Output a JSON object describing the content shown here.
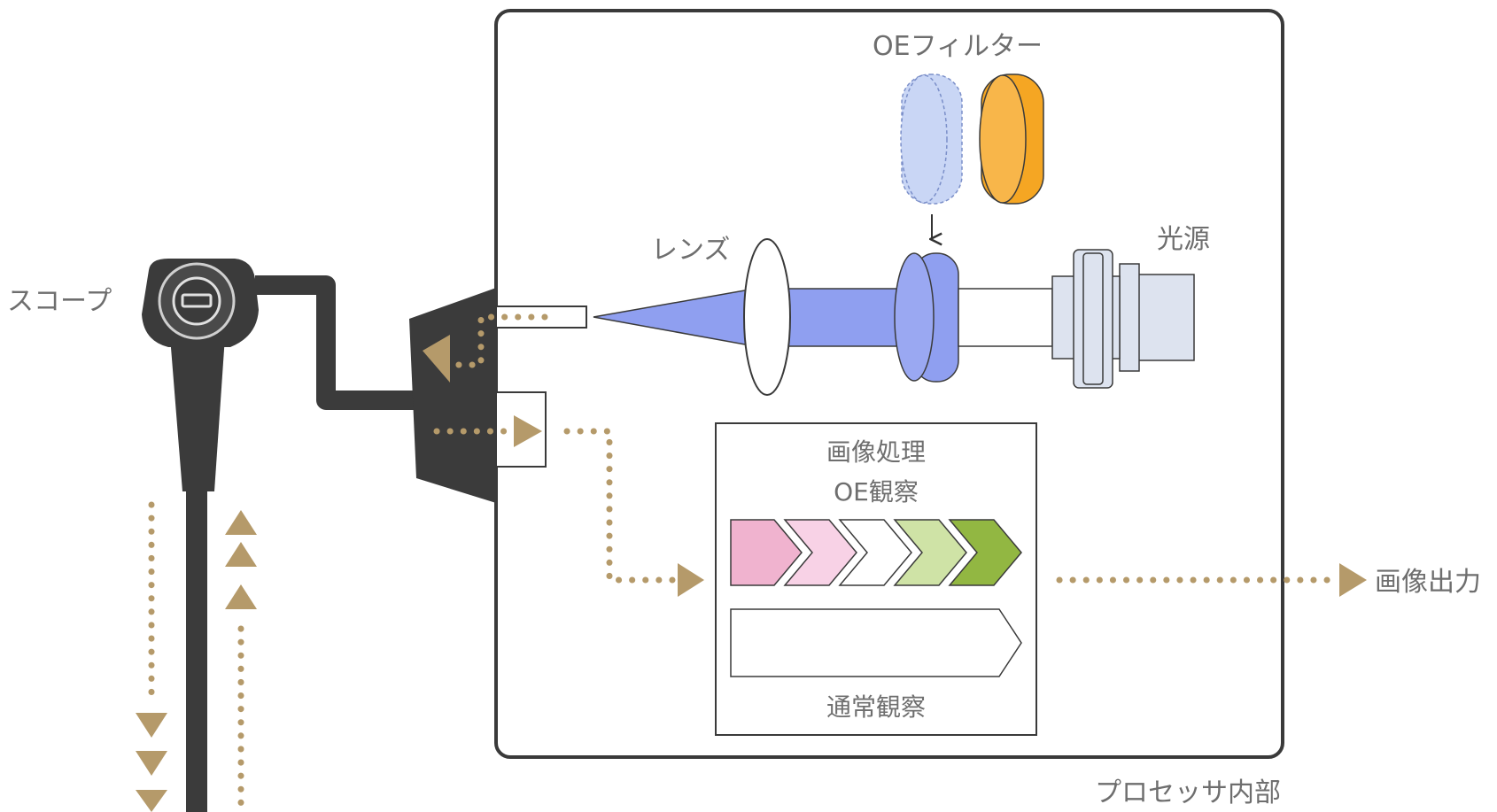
{
  "labels": {
    "scope": "スコープ",
    "oe_filter": "OEフィルター",
    "lens": "レンズ",
    "light_source": "光源",
    "image_processing": "画像処理",
    "oe_observation": "OE観察",
    "normal_observation": "通常観察",
    "image_output": "画像出力",
    "processor_inside": "プロセッサ内部"
  },
  "colors": {
    "scope_body": "#3b3b3b",
    "signal_dots": "#b59a6a",
    "light_beam": "#8f9ff0",
    "filter_active": "#f5a623",
    "filter_inactive": "#c9d6f5",
    "box_border": "#3a3a3a",
    "chevron_1": "#f0b3cf",
    "chevron_2": "#f8d2e6",
    "chevron_3": "#ffffff",
    "chevron_4": "#cfe3a6",
    "chevron_5": "#92b742"
  }
}
